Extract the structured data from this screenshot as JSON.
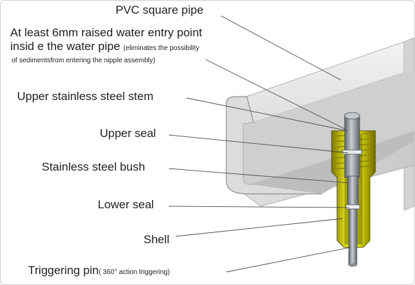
{
  "labels": {
    "pvc_pipe": "PVC square pipe",
    "entry_point_line1": "At least 6mm raised water entry point",
    "entry_point_line2": "insid e the water pipe",
    "entry_point_note1": "(eliminates the possibility",
    "entry_point_note2": "of  sedimentsfrom entering the nipple assembly)",
    "upper_stem": "Upper stainless steel stem",
    "upper_seal": "Upper seal",
    "bush": "Stainless steel bush",
    "lower_seal": "Lower seal",
    "shell": "Shell",
    "pin": "Triggering pin",
    "pin_note": "( 360° action triggering)"
  },
  "colors": {
    "pipe_face": "#e6e6e6",
    "pipe_edge": "#a9a9a9",
    "shell_yellow": "#e6e416",
    "shell_dark": "#8f8a00",
    "steel": "#9aa0a6",
    "text": "#1e1e1e"
  }
}
